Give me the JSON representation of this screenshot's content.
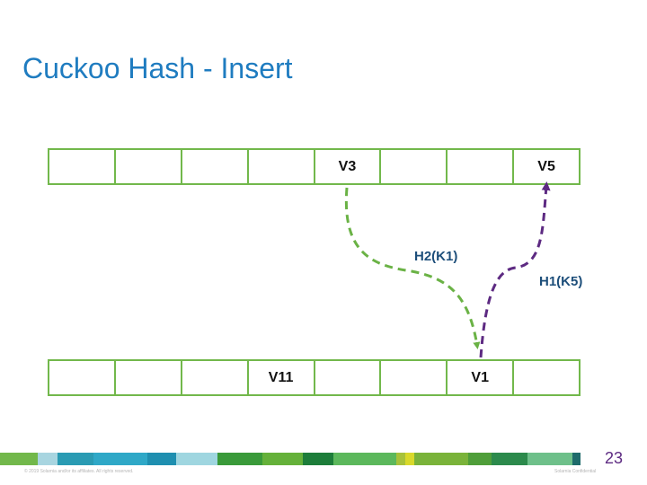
{
  "slide": {
    "title": "Cuckoo Hash - Insert",
    "page_number": "23",
    "copyright": "© 2019 Solarnia and/or its affiliates. All rights reserved.",
    "confidential": "Solarnia Confidential"
  },
  "top_table": {
    "cells": [
      "",
      "",
      "",
      "",
      "V3",
      "",
      "",
      "V5"
    ]
  },
  "bottom_table": {
    "cells": [
      "",
      "",
      "",
      "V11",
      "",
      "",
      "V1",
      ""
    ]
  },
  "arrows": {
    "h2": {
      "label": "H2(K1)",
      "color": "#6ab245"
    },
    "h1": {
      "label": "H1(K5)",
      "color": "#5d2a82"
    }
  },
  "footer_bar_colors": [
    "#72b84b",
    "#a8d5e0",
    "#2a9bb3",
    "#2fa8c7",
    "#1f8fb0",
    "#9fd6e0",
    "#3a9a3a",
    "#65b13a",
    "#1d7d3a",
    "#5cb85c",
    "#a8c23a",
    "#d9d92a",
    "#7ab33a",
    "#4f9e3a",
    "#2c8a4c",
    "#6ec08a",
    "#1e6b6b"
  ]
}
